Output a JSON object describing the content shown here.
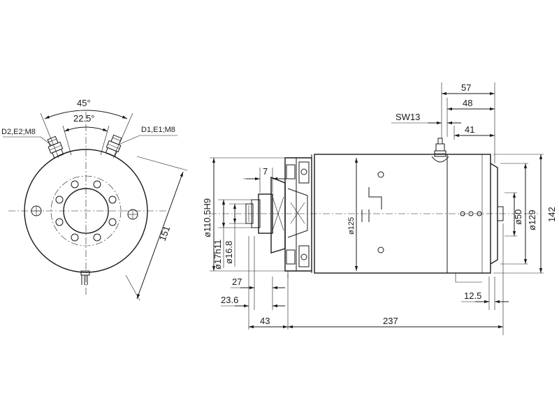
{
  "front_view": {
    "angle_outer": "45°",
    "angle_inner": "22.5°",
    "terminal_left": "D2,E2;M8",
    "terminal_right": "D1,E1;M8",
    "diagonal_dim": "151"
  },
  "side_view": {
    "dim_57": "57",
    "dim_48": "48",
    "dim_sw": "SW13",
    "dim_41": "41",
    "dim_7": "7",
    "dim_110": "ø110.5H9",
    "dim_17": "ø17h11",
    "dim_16": "ø16.8",
    "dim_125": "ø125",
    "dim_50": "ø50",
    "dim_129": "ø129",
    "dim_142": "142",
    "dim_27": "27",
    "dim_23": "23.6",
    "dim_12": "12.5",
    "dim_43": "43",
    "dim_237": "237"
  }
}
